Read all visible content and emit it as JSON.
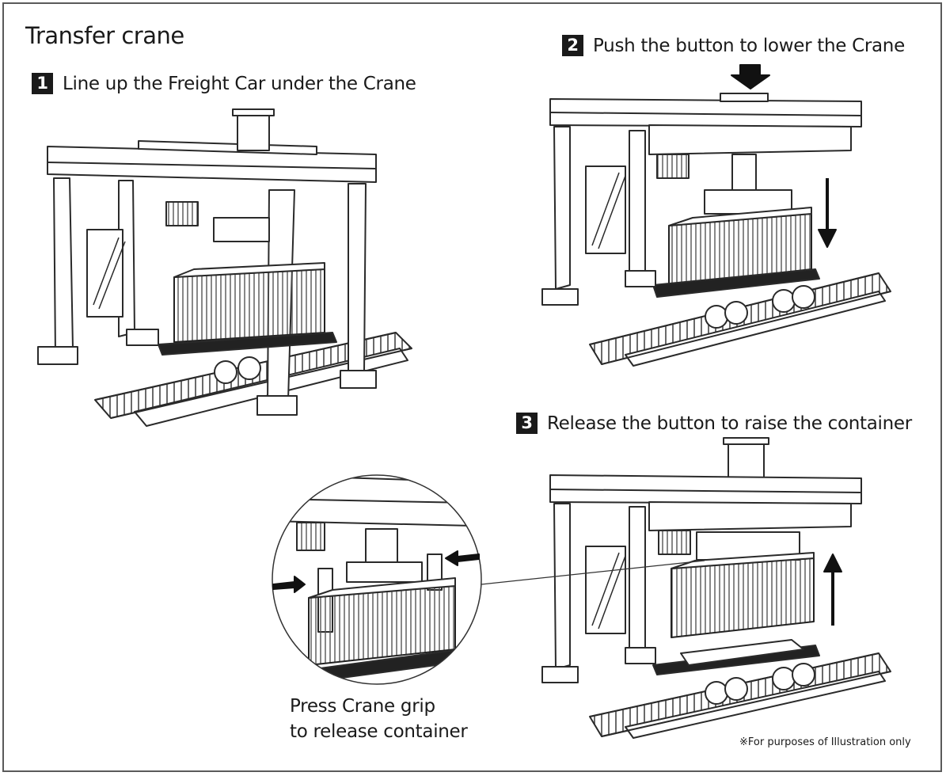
{
  "title": "Transfer crane",
  "steps": [
    {
      "number": "1",
      "text": "Line up the Freight Car under the Crane"
    },
    {
      "number": "2",
      "text": "Push the button to lower the Crane"
    },
    {
      "number": "3",
      "text": "Release the button to raise the container"
    }
  ],
  "callout": {
    "line1": "Press Crane grip",
    "line2": "to release container"
  },
  "note": "※For purposes of Illustration only"
}
